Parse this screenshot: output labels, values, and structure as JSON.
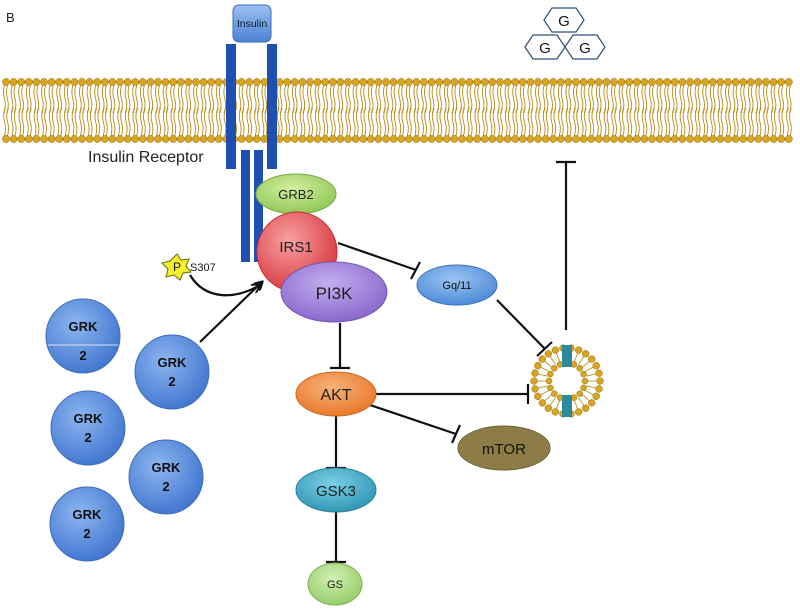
{
  "panel_label": "B",
  "nodes": {
    "insulin": "Insulin",
    "insulin_receptor": "Insulin Receptor",
    "grb2": "GRB2",
    "irs1": "IRS1",
    "pi3k": "PI3K",
    "gq11": "Gq/11",
    "akt": "AKT",
    "mtor": "mTOR",
    "gsk3": "GSK3",
    "gs": "GS",
    "phospho_p": "P",
    "s307": "S307"
  },
  "glucose": [
    "G",
    "G",
    "G"
  ],
  "grk_label_line1": "GRK",
  "grk_label_line2": "2",
  "colors": {
    "receptor": "#1f4fb0",
    "membrane_head": "#d9a520",
    "membrane_tail": "#b88a10",
    "grb2": "#a6d66a",
    "irs1": "#e8555a",
    "pi3k": "#9b7bd3",
    "gq11": "#5b9be0",
    "akt": "#f08a3a",
    "mtor": "#8b7d45",
    "gsk3": "#3ea8c4",
    "gs": "#a4d77a",
    "grk": "#5b8fdc",
    "transporter": "#2d8a9a",
    "phospho": "#f5ef30"
  }
}
